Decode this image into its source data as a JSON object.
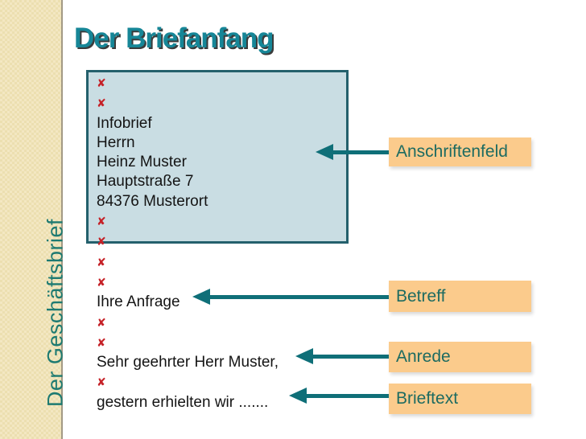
{
  "slide": {
    "sidebar_title": "Der Geschäftsbrief",
    "title": "Der Briefanfang"
  },
  "letter": {
    "x_mark_glyph": "✘",
    "lines": [
      {
        "type": "x"
      },
      {
        "type": "x"
      },
      {
        "type": "text",
        "text": "Infobrief"
      },
      {
        "type": "text",
        "text": "Herrn"
      },
      {
        "type": "text",
        "text": "Heinz Muster"
      },
      {
        "type": "text",
        "text": "Hauptstraße 7"
      },
      {
        "type": "text",
        "text": "84376 Musterort"
      },
      {
        "type": "x"
      },
      {
        "type": "x"
      },
      {
        "type": "x"
      },
      {
        "type": "x"
      },
      {
        "type": "text",
        "text": "Ihre Anfrage"
      },
      {
        "type": "x"
      },
      {
        "type": "x"
      },
      {
        "type": "text",
        "text": "Sehr geehrter Herr Muster,"
      },
      {
        "type": "x"
      },
      {
        "type": "text",
        "text": "gestern erhielten wir ......."
      }
    ]
  },
  "callouts": [
    {
      "id": "anschriftenfeld",
      "label": "Anschriftenfeld"
    },
    {
      "id": "betreff",
      "label": "Betreff"
    },
    {
      "id": "anrede",
      "label": "Anrede"
    },
    {
      "id": "brieftext",
      "label": "Brieftext"
    }
  ],
  "colors": {
    "title_teal": "#168697",
    "sidebar_bg": "#ecdfb0",
    "sidebar_text_teal": "#1d7a71",
    "address_box_bg": "#c9dde3",
    "address_box_border": "#24606c",
    "arrow_teal": "#0f6f78",
    "callout_bg": "#fbcb8c",
    "callout_text": "#1d6b61",
    "x_mark_red": "#c52127",
    "body_text": "#141414"
  }
}
